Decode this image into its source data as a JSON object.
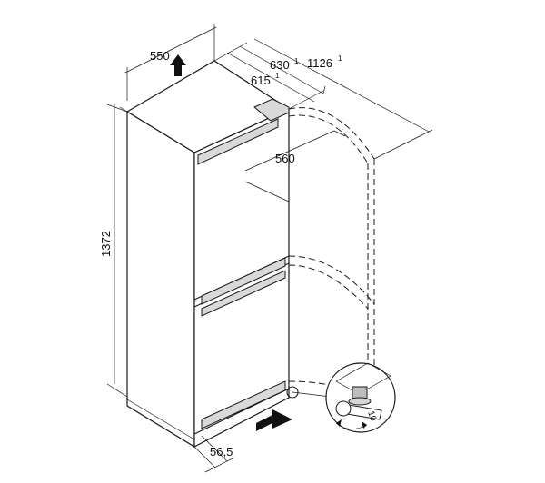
{
  "dimensions": {
    "width": "550",
    "depth_a": "630",
    "depth_a_note": "1",
    "depth_b": "615",
    "depth_b_note": "1",
    "door_open_depth": "1126",
    "door_open_depth_note": "1",
    "inner_width": "560",
    "height": "1372",
    "bottom_offset": "56,5"
  },
  "callout": {
    "wrench_size": "10"
  }
}
